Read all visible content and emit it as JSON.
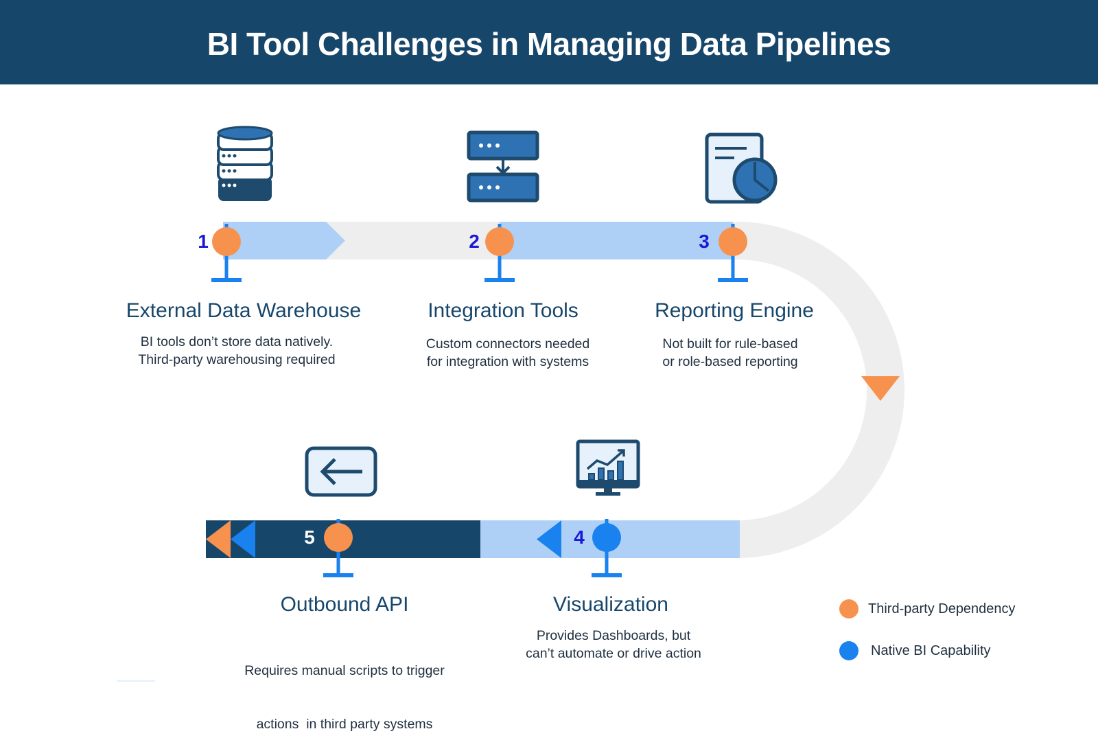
{
  "header": {
    "title": "BI Tool Challenges in Managing Data Pipelines"
  },
  "colors": {
    "header_bg": "#17466b",
    "track_gray": "#eeeeee",
    "track_light_blue": "#aed0f7",
    "track_dark_blue": "#17466b",
    "third_party": "#f7924e",
    "native": "#1a82ef",
    "icon_blue": "#2f72b3",
    "icon_dark": "#1d4a6d"
  },
  "steps": [
    {
      "number": "1",
      "title": "External Data Warehouse",
      "desc": [
        "BI tools don’t store data natively.",
        "Third-party warehousing required"
      ],
      "type": "third-party",
      "icon": "database-icon"
    },
    {
      "number": "2",
      "title": "Integration Tools",
      "desc": [
        "Custom connectors needed",
        "for integration with systems"
      ],
      "type": "third-party",
      "icon": "server-connect-icon"
    },
    {
      "number": "3",
      "title": "Reporting Engine",
      "desc": [
        "Not built for rule-based",
        "or role-based reporting"
      ],
      "type": "third-party",
      "icon": "report-chart-icon"
    },
    {
      "number": "4",
      "title": "Visualization",
      "desc": [
        "Provides Dashboards, but",
        "can’t automate or drive action"
      ],
      "type": "native",
      "icon": "monitor-chart-icon"
    },
    {
      "number": "5",
      "title": "Outbound API",
      "desc": [
        "Requires manual scripts to trigger",
        "actions  in third party systems"
      ],
      "type": "third-party",
      "icon": "arrow-left-box-icon"
    }
  ],
  "legend": [
    {
      "label": "Third-party Dependency",
      "color": "#f7924e"
    },
    {
      "label": "Native BI Capability",
      "color": "#1a82ef"
    }
  ]
}
